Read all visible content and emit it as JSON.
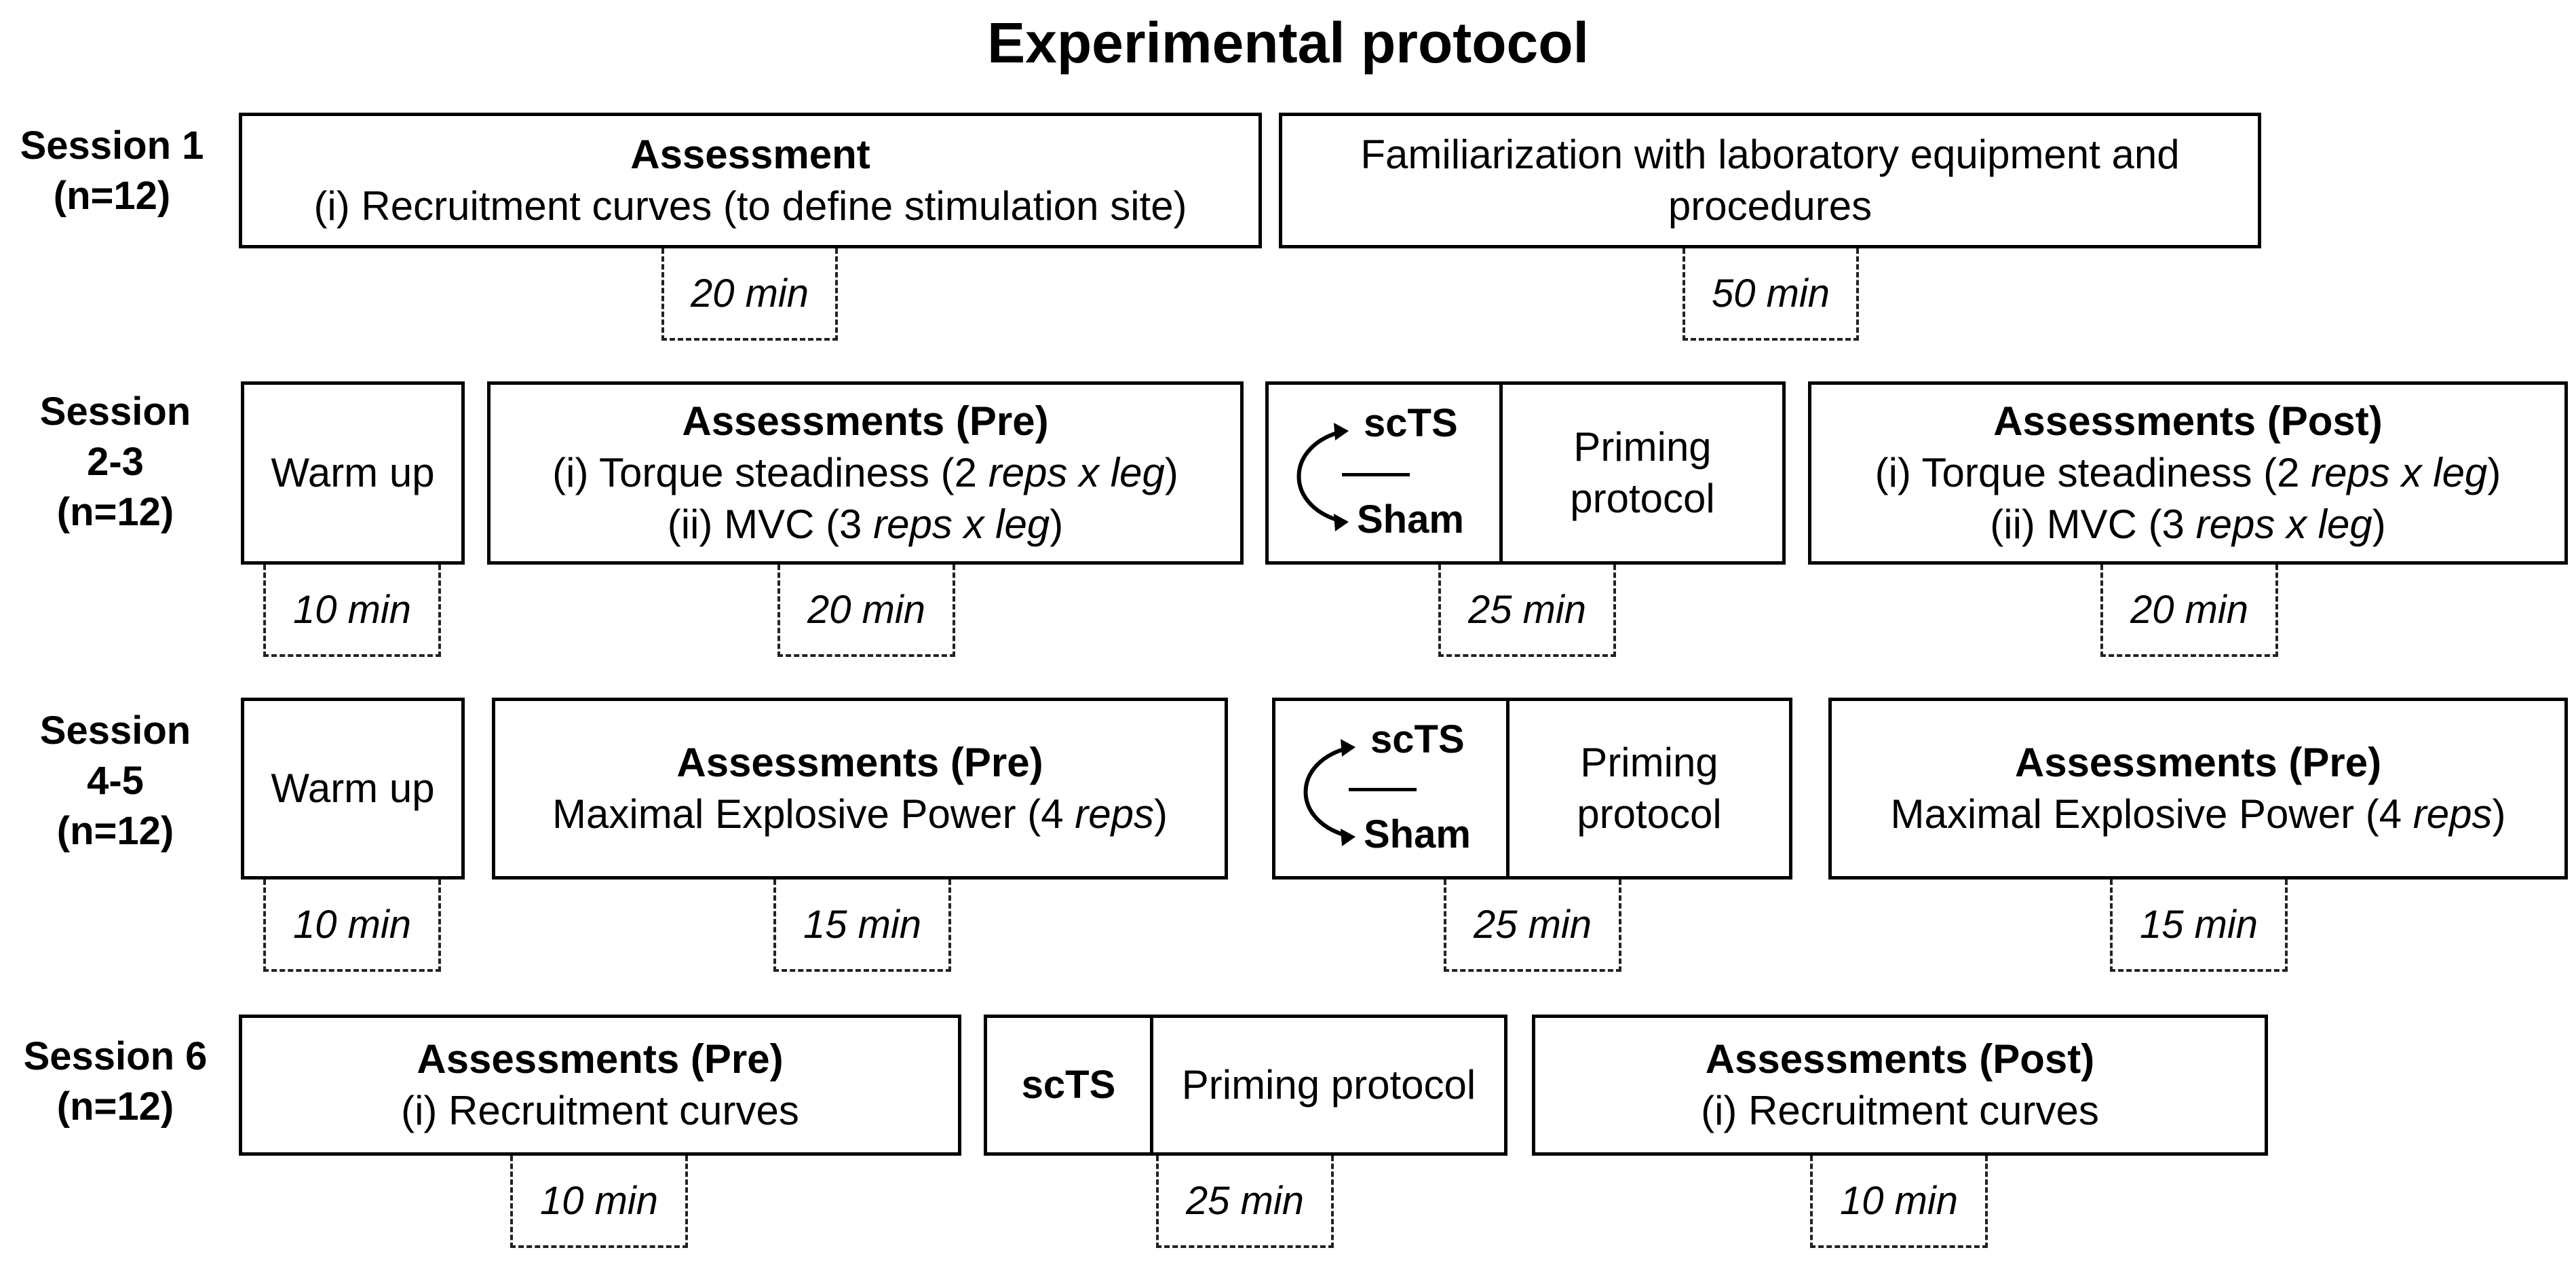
{
  "title": "Experimental protocol",
  "sessions": [
    {
      "label_lines": [
        "Session 1",
        "(n=12)"
      ],
      "boxes": [
        {
          "heading": "Assessment",
          "lines": [
            "(i) Recruitment curves (to define stimulation site)"
          ],
          "duration": "20 min"
        },
        {
          "heading": "",
          "lines": [
            "Familiarization with laboratory equipment and",
            "procedures"
          ],
          "duration": "50 min"
        }
      ]
    },
    {
      "label_lines": [
        "Session",
        "2-3",
        "(n=12)"
      ],
      "boxes": [
        {
          "heading": "",
          "lines": [
            "Warm up"
          ],
          "duration": "10 min"
        },
        {
          "heading": "Assessments (Pre)",
          "lines": [
            "(i) Torque steadiness (2 reps x leg)",
            "(ii) MVC (3 reps x leg)"
          ],
          "duration": "20 min"
        },
        {
          "stim_top": "scTS",
          "stim_bottom": "Sham",
          "lines": [
            "Priming",
            "protocol"
          ],
          "duration": "25 min"
        },
        {
          "heading": "Assessments (Post)",
          "lines": [
            "(i) Torque steadiness (2 reps x leg)",
            "(ii) MVC (3 reps x leg)"
          ],
          "duration": "20 min"
        }
      ]
    },
    {
      "label_lines": [
        "Session",
        "4-5",
        "(n=12)"
      ],
      "boxes": [
        {
          "heading": "",
          "lines": [
            "Warm up"
          ],
          "duration": "10 min"
        },
        {
          "heading": "Assessments (Pre)",
          "lines": [
            "Maximal Explosive Power (4 reps)"
          ],
          "duration": "15 min"
        },
        {
          "stim_top": "scTS",
          "stim_bottom": "Sham",
          "lines": [
            "Priming",
            "protocol"
          ],
          "duration": "25 min"
        },
        {
          "heading": "Assessments (Pre)",
          "lines": [
            "Maximal Explosive Power (4 reps)"
          ],
          "duration": "15 min"
        }
      ]
    },
    {
      "label_lines": [
        "Session 6",
        "(n=12)"
      ],
      "boxes": [
        {
          "heading": "Assessments (Pre)",
          "lines": [
            "(i) Recruitment curves"
          ],
          "duration": "10 min"
        },
        {
          "stim": "scTS",
          "lines": [
            "Priming protocol"
          ],
          "duration": "25 min"
        },
        {
          "heading": "Assessments (Post)",
          "lines": [
            "(i) Recruitment curves"
          ],
          "duration": "10 min"
        }
      ]
    }
  ]
}
